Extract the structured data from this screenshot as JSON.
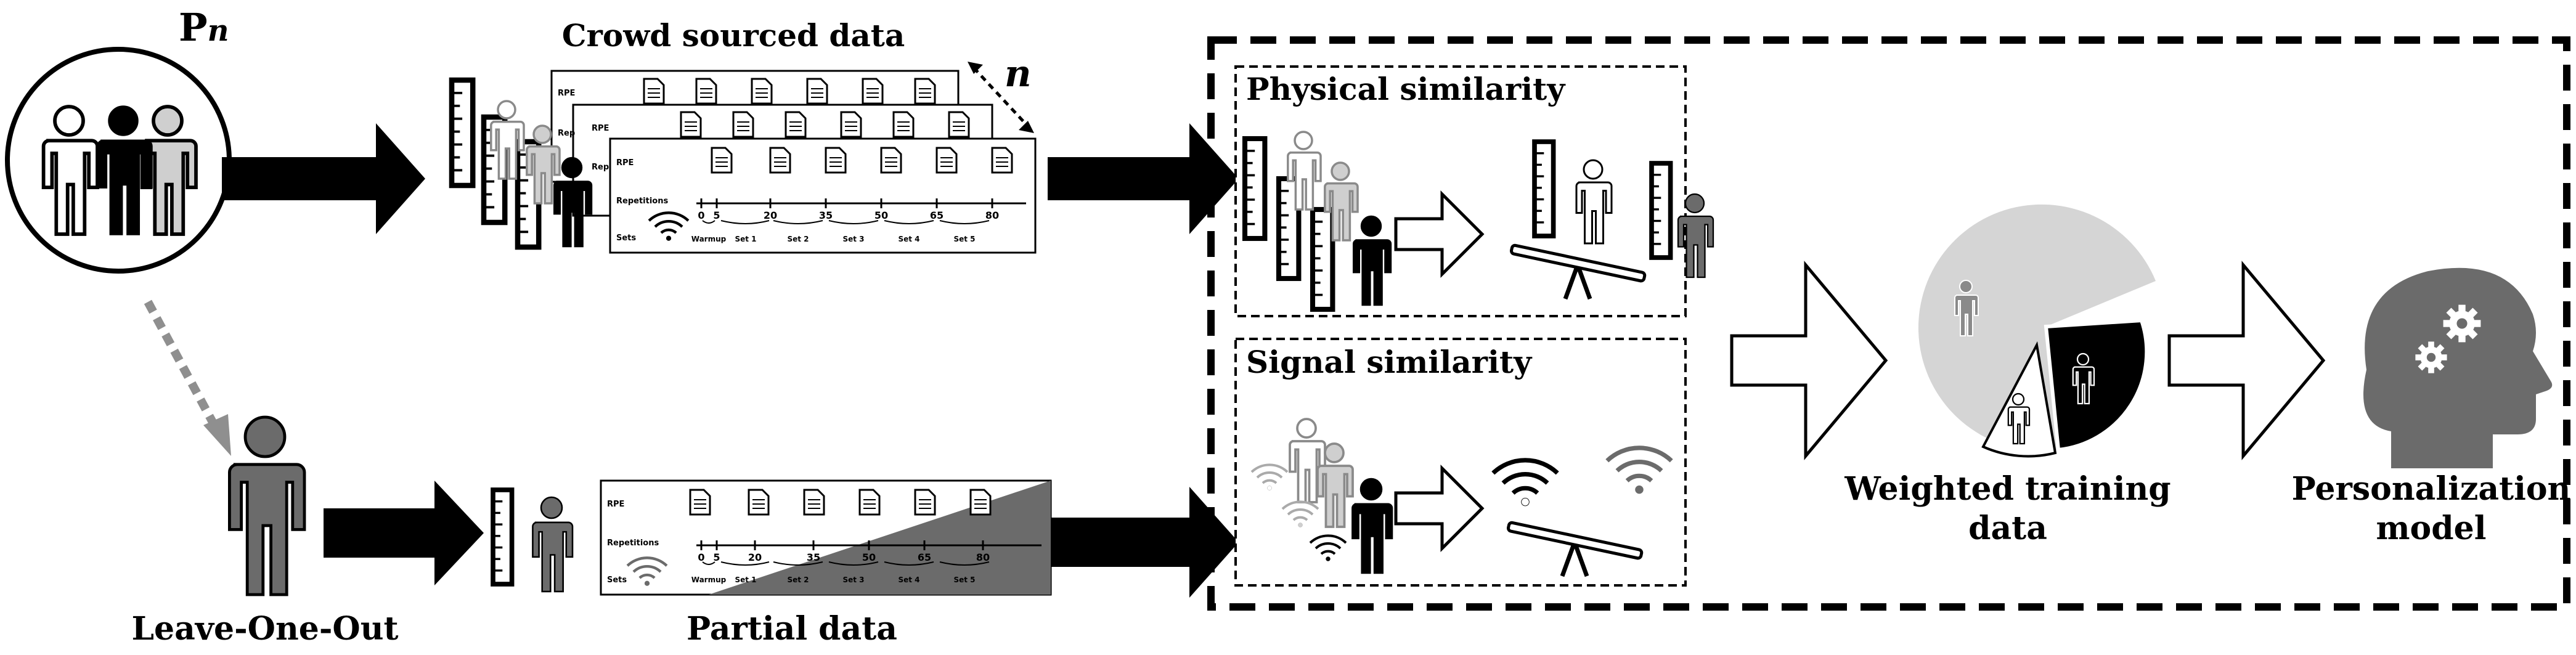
{
  "population": {
    "label": "P",
    "subscript": "n"
  },
  "leave_one_out": {
    "label": "Leave-One-Out"
  },
  "crowd": {
    "label": "Crowd sourced data",
    "stack_label": "n"
  },
  "partial": {
    "label": "Partial data"
  },
  "table": {
    "row_rpe": "RPE",
    "row_rep_short": "Rep",
    "row_repetitions": "Repetitions",
    "row_sets": "Sets",
    "ticks": [
      "0",
      "5",
      "20",
      "35",
      "50",
      "65",
      "80"
    ],
    "sets": [
      "Warmup",
      "Set 1",
      "Set 2",
      "Set 3",
      "Set 4",
      "Set 5"
    ]
  },
  "physical": {
    "label": "Physical similarity"
  },
  "signal": {
    "label": "Signal similarity"
  },
  "weighted": {
    "line1": "Weighted training",
    "line2": "data"
  },
  "model": {
    "line1": "Personalization",
    "line2": "model"
  },
  "colors": {
    "black": "#000000",
    "dark_gray": "#6b6b6b",
    "light_gray": "#cfcfcf",
    "white": "#ffffff"
  }
}
